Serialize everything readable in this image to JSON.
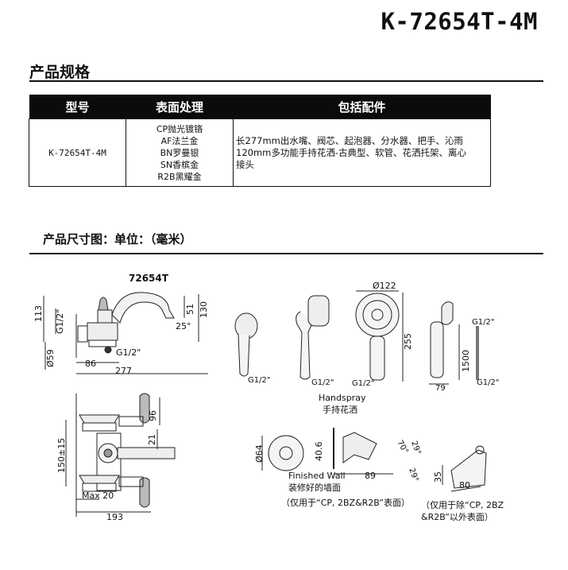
{
  "header": {
    "model": "K-72654T-4M"
  },
  "spec_section": {
    "title": "产品规格"
  },
  "spec_table": {
    "headers": [
      "型号",
      "表面处理",
      "包括配件"
    ],
    "model": "K-72654T-4M",
    "finishes": [
      "CP抛光镀铬",
      "AF法兰金",
      "BN罗曼银",
      "SN香槟金",
      "R2B黑耀金"
    ],
    "includes_lines": [
      "长277mm出水嘴、阀芯、起泡器、分水器、把手、沁雨",
      "120mm多功能手持花洒-古典型、软管、花洒托架、离心",
      "接头"
    ]
  },
  "dims_section": {
    "title": "产品尺寸图：单位：（毫米）"
  },
  "drawing": {
    "model_label": "72654T",
    "dims": {
      "d113": "113",
      "g12": "G1/2\"",
      "d51": "51",
      "d130": "130",
      "d25": "25°",
      "d59": "Ø59",
      "d86": "86",
      "d277": "277",
      "d96": "96",
      "d21": "21",
      "d150": "150±15",
      "max20": "Max 20",
      "d193": "193",
      "d122": "Ø122",
      "d255": "255",
      "d1500": "1500",
      "d79": "79",
      "d64": "Ø64",
      "d406": "40.6",
      "d89": "89",
      "d29a": "29°",
      "d29b": "29°",
      "d70": "70°",
      "d35": "35",
      "d80": "80"
    },
    "handspray_en": "Handspray",
    "handspray_cn": "手持花洒",
    "finished_wall_en": "Finished Wall",
    "finished_wall_cn": "装修好的墙面",
    "note_cp": "（仅用于“CP, 2BZ&R2B”表面）",
    "note_other_1": "（仅用于除“CP, 2BZ",
    "note_other_2": "&R2B”以外表面）"
  }
}
